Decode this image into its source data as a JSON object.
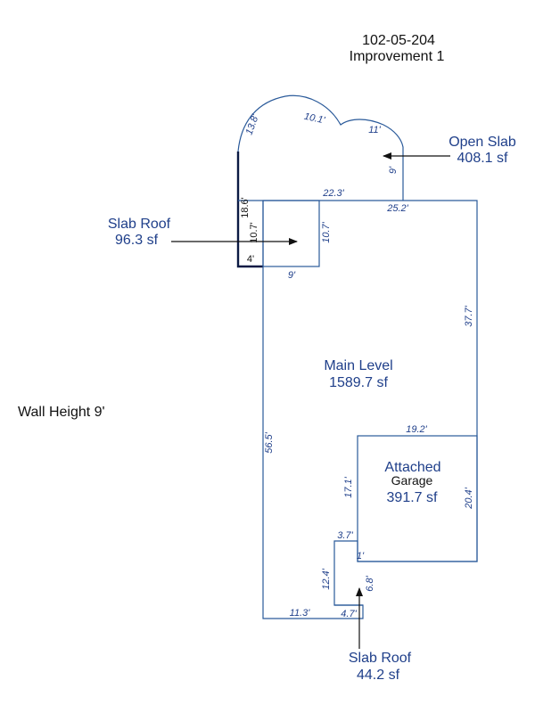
{
  "header": {
    "parcel_id": "102-05-204",
    "improvement": "Improvement 1"
  },
  "wall_height": "Wall Height 9'",
  "areas": {
    "main_level": {
      "name": "Main Level",
      "area": "1589.7 sf"
    },
    "attached_garage": {
      "name_line1": "Attached",
      "name_line2": "Garage",
      "area": "391.7 sf"
    },
    "open_slab": {
      "name": "Open Slab",
      "area": "408.1 sf"
    },
    "slab_roof_top": {
      "name": "Slab Roof",
      "area": "96.3 sf"
    },
    "slab_roof_bottom": {
      "name": "Slab Roof",
      "area": "44.2 sf"
    }
  },
  "dimensions": {
    "arc_left": "13.8'",
    "arc_middle": "10.1'",
    "arc_right": "11'",
    "open_slab_right": "9'",
    "top_top": "22.3'",
    "top_right": "25.2'",
    "slab_left_outer": "18.6'",
    "slab_left_inner": "10.7'",
    "slab_right": "10.7'",
    "slab_bottom_left": "4'",
    "slab_bottom": "9'",
    "main_right": "37.7'",
    "main_left": "56.5'",
    "garage_top": "19.2'",
    "garage_left": "17.1'",
    "garage_right": "20.4'",
    "notch_top": "3.7'",
    "notch_right": "1'",
    "notch_left": "12.4'",
    "notch_inner": "6.8'",
    "bottom_left": "11.3'",
    "bottom_notch": "4.7'"
  },
  "colors": {
    "wall_line": "#2a5a9a",
    "label_blue": "#1f3f8a",
    "label_black": "#111111"
  }
}
